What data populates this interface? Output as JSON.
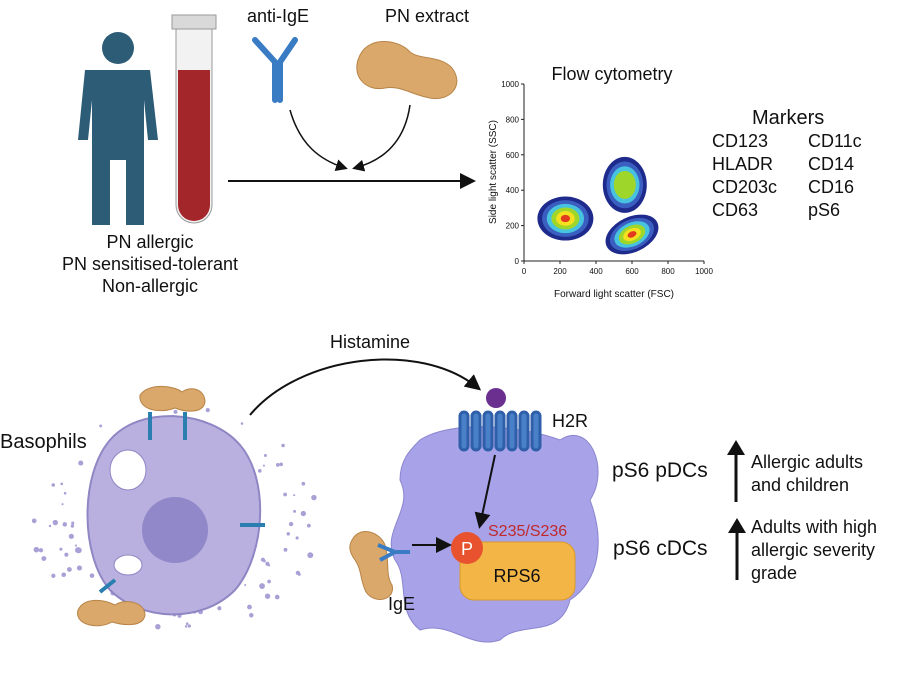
{
  "top": {
    "groups": [
      "PN allergic",
      "PN sensitised-tolerant",
      "Non-allergic"
    ],
    "anti_ige_label": "anti-IgE",
    "pn_extract_label": "PN extract"
  },
  "flow": {
    "title": "Flow cytometry",
    "markers_title": "Markers",
    "markers_col1": [
      "CD123",
      "HLADR",
      "CD203c",
      "CD63"
    ],
    "markers_col2": [
      "CD11c",
      "CD14",
      "CD16",
      "pS6"
    ]
  },
  "chart_data": {
    "type": "scatter",
    "title": "Flow cytometry",
    "xlabel": "Forward light scatter (FSC)",
    "ylabel": "Side light scatter (SSC)",
    "xlim": [
      0,
      1000
    ],
    "ylim": [
      0,
      1000
    ],
    "xticks": [
      "0",
      "200",
      "400",
      "600",
      "800",
      "1000"
    ],
    "yticks": [
      "0",
      "200",
      "400",
      "600",
      "800",
      "1000"
    ],
    "grid": false,
    "clusters": [
      {
        "x": 230,
        "y": 240,
        "peak": "red"
      },
      {
        "x": 560,
        "y": 430,
        "peak": "green"
      },
      {
        "x": 600,
        "y": 150,
        "peak": "red"
      }
    ]
  },
  "bottom": {
    "basophils_label": "Basophils",
    "histamine_label": "Histamine",
    "h2r_label": "H2R",
    "p_label": "P",
    "site_label": "S235/S236",
    "rps6_label": "RPS6",
    "ige_label": "IgE",
    "findings": [
      {
        "cell": "pS6 pDCs",
        "direction": "up",
        "lines": [
          "Allergic adults",
          "and children"
        ]
      },
      {
        "cell": "pS6 cDCs",
        "direction": "up",
        "lines": [
          "Adults with high",
          "allergic severity",
          "grade"
        ]
      }
    ]
  },
  "colors": {
    "person": "#2d5c77",
    "blood": "#a3262b",
    "antibody": "#3a7cc4",
    "peanut": "#d9a86a",
    "basophil": "#b0a5d8",
    "dc": "#a8a3e8",
    "rps6": "#f3b646",
    "phospho": "#e8522f",
    "site_text": "#c0282d"
  }
}
